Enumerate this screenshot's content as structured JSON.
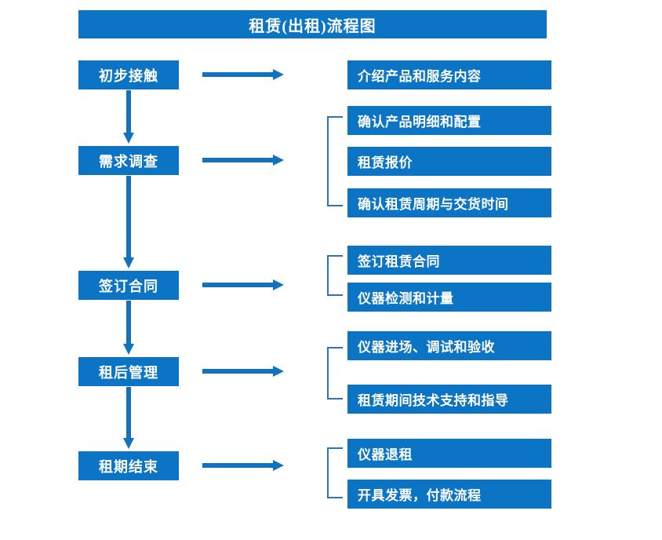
{
  "chart_data": {
    "type": "diagram",
    "title": "租赁(出租)流程图",
    "diagram_kind": "flowchart",
    "stages": [
      {
        "label": "初步接触",
        "details": [
          "介绍产品和服务内容"
        ],
        "bracketed": false
      },
      {
        "label": "需求调查",
        "details": [
          "确认产品明细和配置",
          "租赁报价",
          "确认租赁周期与交货时间"
        ],
        "bracketed": true
      },
      {
        "label": "签订合同",
        "details": [
          "签订租赁合同",
          "仪器检测和计量"
        ],
        "bracketed": true
      },
      {
        "label": "租后管理",
        "details": [
          "仪器进场、调试和验收",
          "租赁期间技术支持和指导"
        ],
        "bracketed": true
      },
      {
        "label": "租期结束",
        "details": [
          "仪器退租",
          "开具发票，付款流程"
        ],
        "bracketed": true
      }
    ]
  },
  "header": {
    "title": "租赁(出租)流程图"
  },
  "colors": {
    "box_fill": "#0c74c4",
    "box_text": "#ffffff",
    "arrow": "#1272bd",
    "bracket": "#2e75b6",
    "background": "#ffffff"
  },
  "stages": [
    {
      "label": "初步接触"
    },
    {
      "label": "需求调查"
    },
    {
      "label": "签订合同"
    },
    {
      "label": "租后管理"
    },
    {
      "label": "租期结束"
    }
  ],
  "details": [
    {
      "label": "介绍产品和服务内容"
    },
    {
      "label": "确认产品明细和配置"
    },
    {
      "label": "租赁报价"
    },
    {
      "label": "确认租赁周期与交货时间"
    },
    {
      "label": "签订租赁合同"
    },
    {
      "label": "仪器检测和计量"
    },
    {
      "label": "仪器进场、调试和验收"
    },
    {
      "label": "租赁期间技术支持和指导"
    },
    {
      "label": "仪器退租"
    },
    {
      "label": "开具发票，付款流程"
    }
  ],
  "icons": {
    "arrow_right": "right-arrow-icon",
    "arrow_down": "down-arrow-icon",
    "bracket": "brace-icon"
  }
}
